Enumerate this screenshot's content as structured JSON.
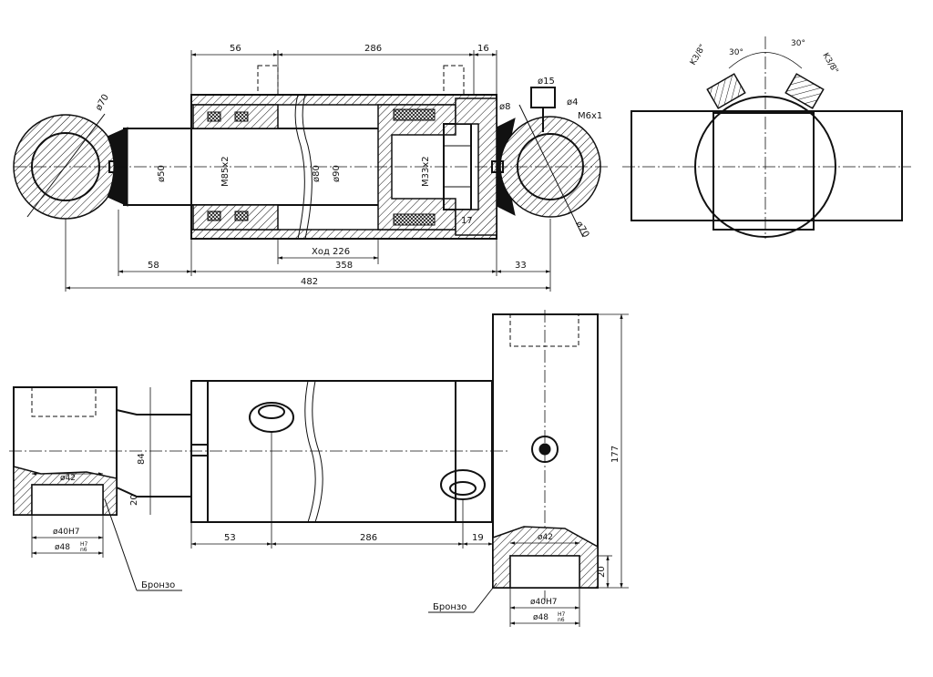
{
  "labels": {
    "d70": "ø70",
    "d50": "ø50",
    "m85": "M85x2",
    "d80": "ø80",
    "d90": "ø90",
    "m33": "M33x2",
    "d15": "ø15",
    "d8": "ø8",
    "d4": "ø4",
    "m6": "M6x1",
    "d70b": "ø70",
    "stroke": "Ход 226",
    "k38a": "K3/8\"",
    "k38b": "K3/8\"",
    "ang30a": "30°",
    "ang30b": "30°",
    "d42a": "ø42",
    "d40h7a": "ø40H7",
    "d48a": "ø48",
    "fit_a_top": "H7",
    "fit_a_bot": "n6",
    "bronze_a": "Бронзо",
    "d42b": "ø42",
    "d40h7b": "ø40H7",
    "d48b": "ø48",
    "fit_b_top": "H7",
    "fit_b_bot": "n6",
    "bronze_b": "Бронзо"
  },
  "dims": {
    "d56": "56",
    "d286a": "286",
    "d16": "16",
    "d17": "17",
    "d58": "58",
    "d358": "358",
    "d33": "33",
    "d482": "482",
    "d84": "84",
    "d20a": "20",
    "d53": "53",
    "d286b": "286",
    "d19": "19",
    "d177": "177",
    "d20b": "20"
  }
}
